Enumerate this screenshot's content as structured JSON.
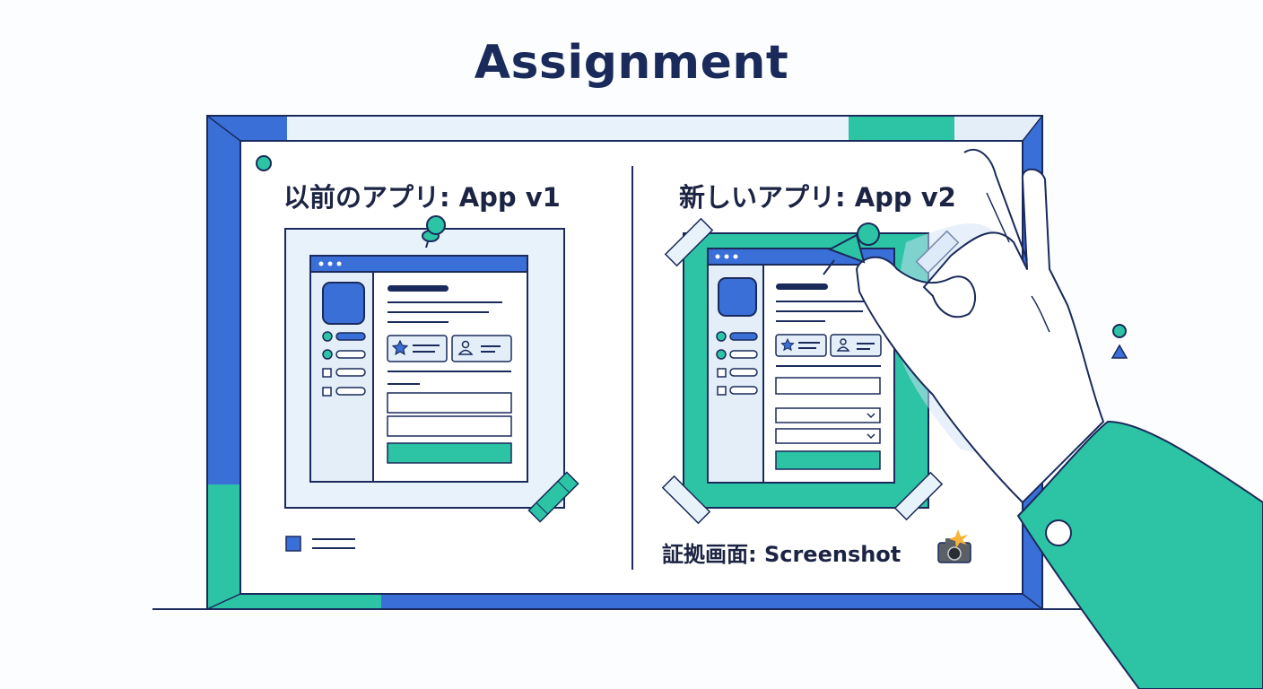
{
  "title": "Assignment",
  "panels": {
    "left": {
      "label": "以前のアプリ: App v1"
    },
    "right": {
      "label": "新しいアプリ: App v2",
      "caption": "証拠画面: Screenshot"
    }
  },
  "icons": [
    "pin-icon",
    "star-icon",
    "user-icon",
    "camera-flash-icon",
    "tape-icon"
  ],
  "colors": {
    "navy": "#1a2a5a",
    "blue": "#3a6fd8",
    "teal": "#2cc4a5",
    "pale": "#e6f1fb"
  }
}
